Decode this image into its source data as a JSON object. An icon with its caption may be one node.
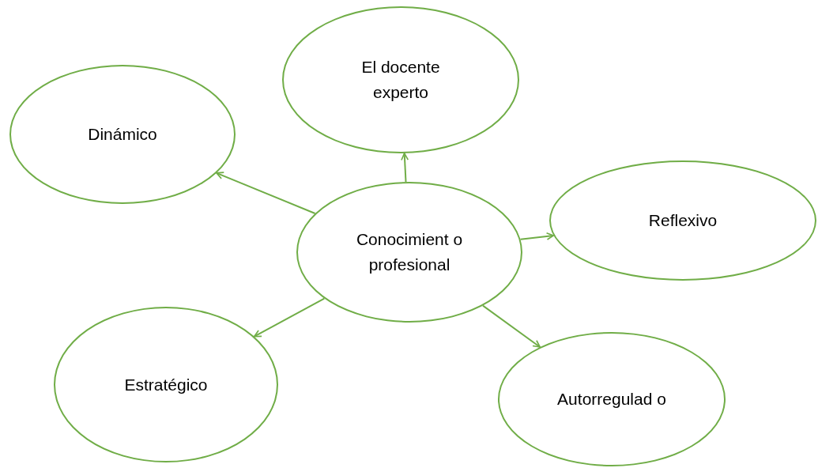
{
  "diagram": {
    "nodes": [
      {
        "text": [
          "El docente experto"
        ]
      },
      {
        "text": [
          "Dinámico"
        ]
      },
      {
        "text": [
          "Reflexivo"
        ]
      },
      {
        "text": [
          "Conocimient o profesional"
        ]
      },
      {
        "text": [
          "Estratégico"
        ]
      },
      {
        "text": [
          "Autorregulad o"
        ]
      }
    ],
    "edges": [
      {
        "from": 3,
        "to": 0,
        "arrow": "to"
      },
      {
        "from": 3,
        "to": 1,
        "arrow": "to"
      },
      {
        "from": 3,
        "to": 2,
        "arrow": "to"
      },
      {
        "from": 3,
        "to": 4,
        "arrow": "to"
      },
      {
        "from": 3,
        "to": 5,
        "arrow": "to"
      }
    ]
  }
}
